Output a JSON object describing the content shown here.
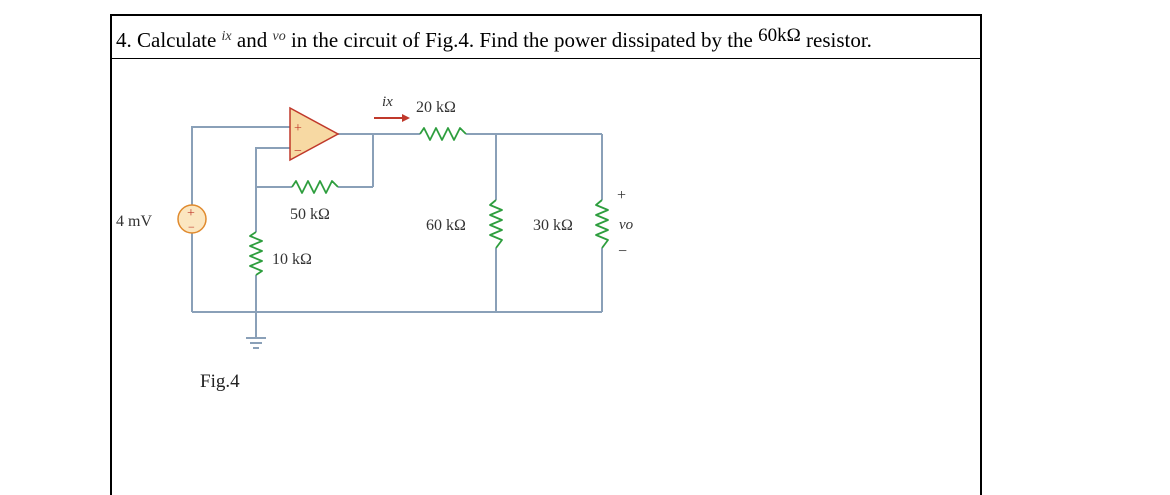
{
  "question": {
    "number": "4.",
    "part1": "Calculate",
    "ix": "ix",
    "part2": "and",
    "vo": "vo",
    "part3": "in the circuit of Fig.4. Find the power dissipated by the",
    "resistor_value": "60kΩ",
    "part4": "resistor."
  },
  "circuit": {
    "source_label": "4 mV",
    "source_plus": "+",
    "source_minus": "−",
    "opamp_plus": "+",
    "opamp_minus": "−",
    "ix_label": "ix",
    "r20": "20 kΩ",
    "r50": "50 kΩ",
    "r10": "10 kΩ",
    "r60": "60 kΩ",
    "r30": "30 kΩ",
    "vo_label": "vo",
    "vo_plus": "+",
    "vo_minus": "−",
    "figure_caption": "Fig.4"
  },
  "colors": {
    "wire": "#8aa0b8",
    "resistor": "#2e9e3e",
    "opamp_fill": "#f7d9a3",
    "opamp_stroke": "#c0392b",
    "arrow": "#c0392b",
    "source_fill": "#fbe6c0",
    "text": "#000000"
  }
}
